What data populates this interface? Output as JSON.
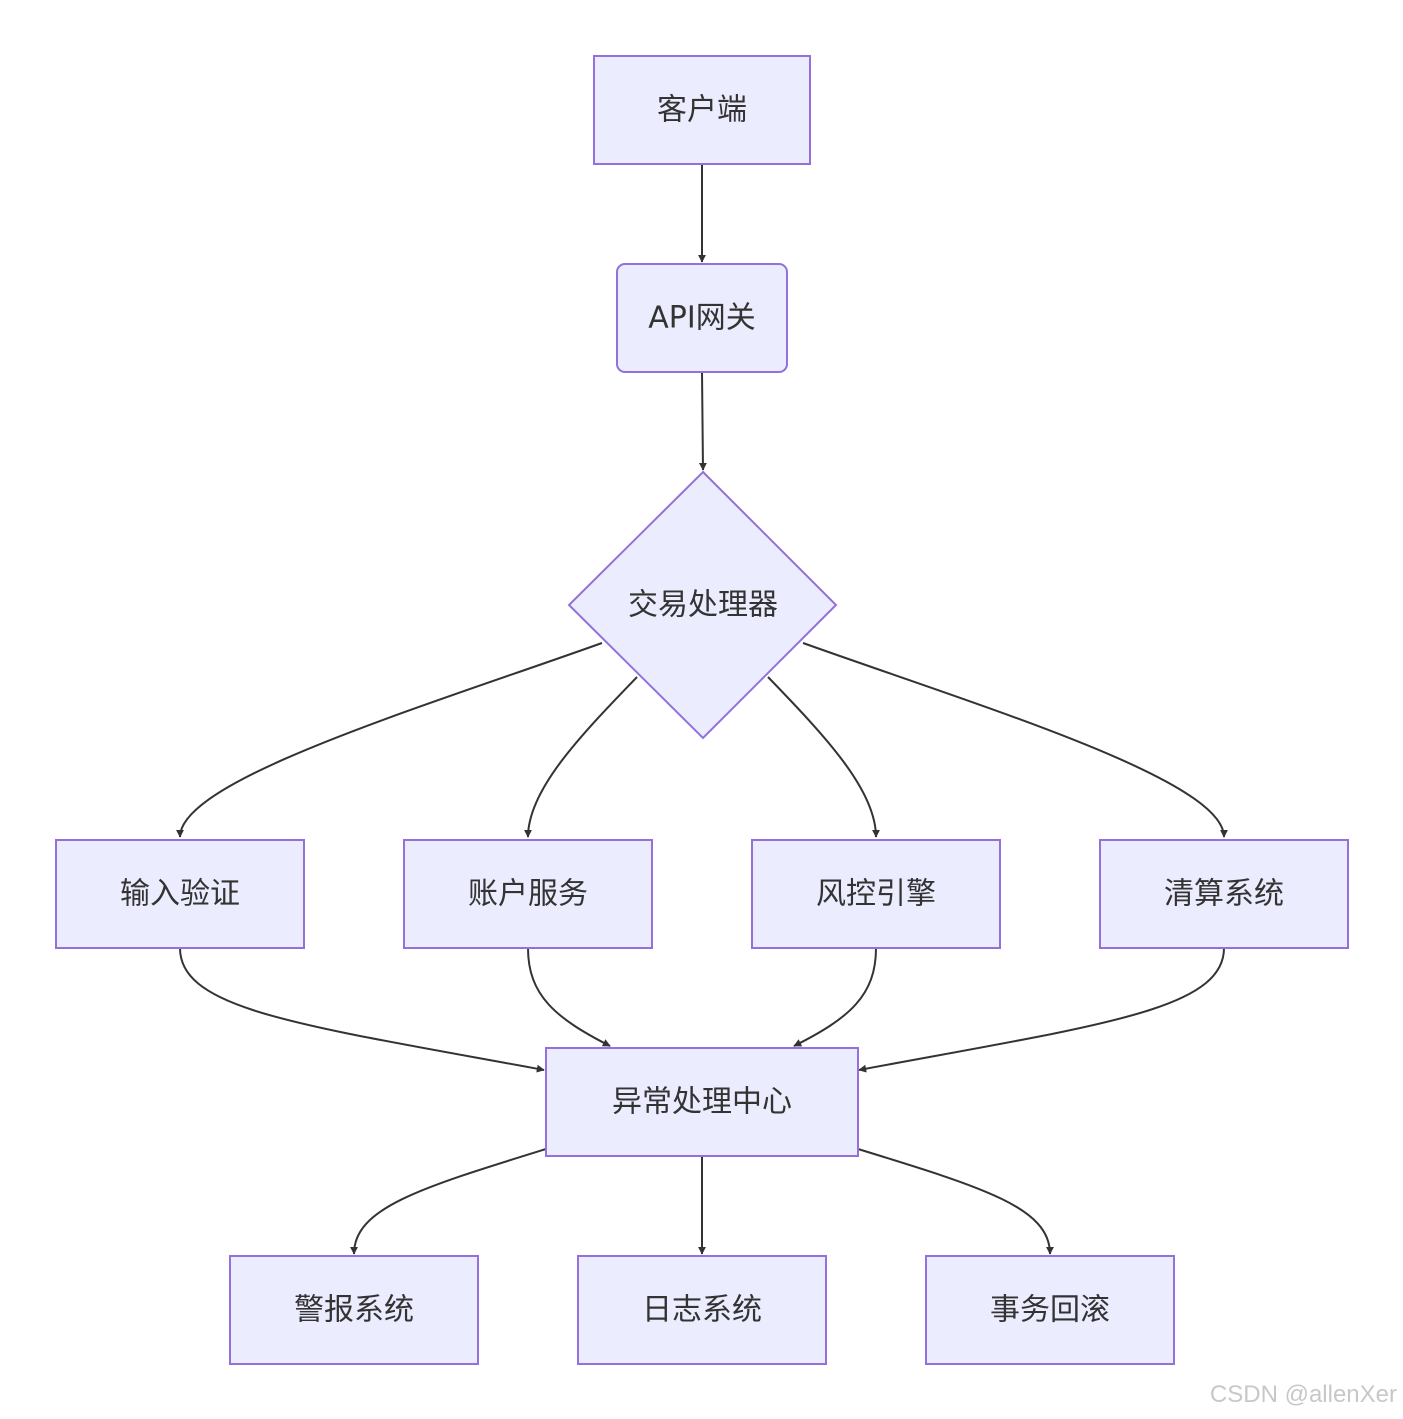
{
  "nodes": {
    "client": "客户端",
    "gateway": "API网关",
    "processor": "交易处理器",
    "input_validation": "输入验证",
    "account_service": "账户服务",
    "risk_engine": "风控引擎",
    "clearing_system": "清算系统",
    "exception_center": "异常处理中心",
    "alert_system": "警报系统",
    "log_system": "日志系统",
    "tx_rollback": "事务回滚"
  },
  "watermark": "CSDN @allenXer",
  "colors": {
    "node_fill": "#ECECFF",
    "node_border": "#9370DB",
    "edge": "#333333",
    "text": "#333333"
  }
}
